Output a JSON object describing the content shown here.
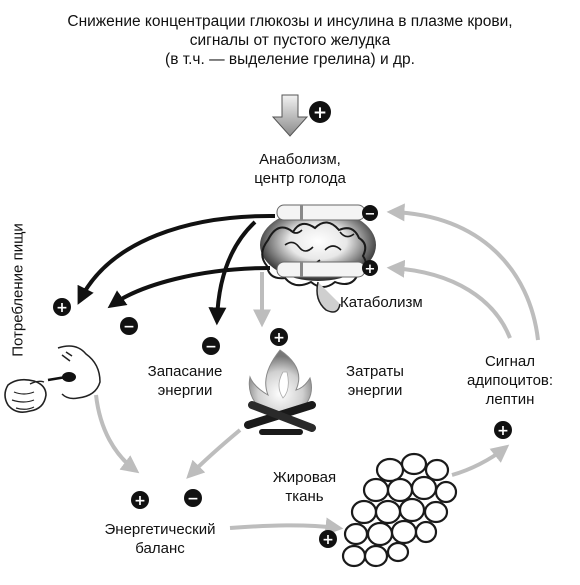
{
  "title": {
    "line1": "Снижение концентрации глюкозы и инсулина в плазме крови,",
    "line2": "сигналы от пустого желудка",
    "line3": "(в т.ч. — выделение грелина) и др."
  },
  "labels": {
    "anabolism_line1": "Анаболизм,",
    "anabolism_line2": "центр голода",
    "catabolism": "Катаболизм",
    "food_intake": "Потребление пищи",
    "storage_line1": "Запасание",
    "storage_line2": "энергии",
    "expenditure_line1": "Затраты",
    "expenditure_line2": "энергии",
    "signal_line1": "Сигнал",
    "signal_line2": "адипоцитов:",
    "signal_line3": "лептин",
    "fat_line1": "Жировая",
    "fat_line2": "ткань",
    "balance_line1": "Энергетический",
    "balance_line2": "баланс"
  },
  "signs": {
    "plus": "+",
    "minus": "−"
  },
  "colors": {
    "dark_arrow": "#111111",
    "gray_arrow": "#b9b9b9",
    "badge": "#111111"
  }
}
